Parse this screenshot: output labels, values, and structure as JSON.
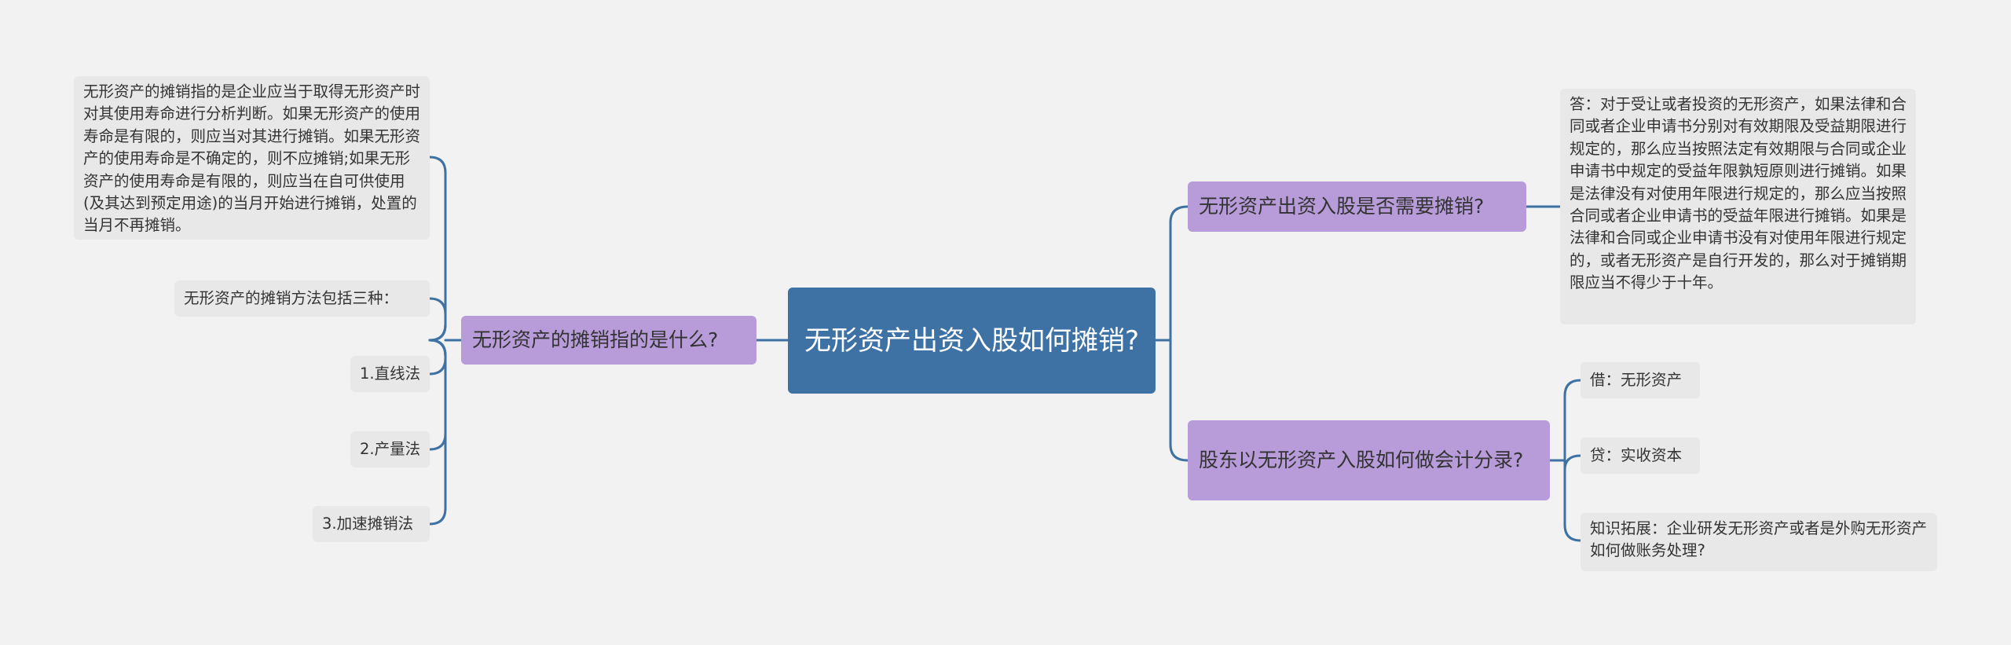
{
  "root": {
    "text": "无形资产出资入股如何摊销?"
  },
  "left_branch": {
    "title": "无形资产的摊销指的是什么?",
    "children": [
      "无形资产的摊销指的是企业应当于取得无形资产时对其使用寿命进行分析判断。如果无形资产的使用寿命是有限的，则应当对其进行摊销。如果无形资产的使用寿命是不确定的，则不应摊销;如果无形资产的使用寿命是有限的，则应当在自可供使用(及其达到预定用途)的当月开始进行摊销，处置的当月不再摊销。",
      "无形资产的摊销方法包括三种：",
      "1.直线法",
      "2.产量法",
      "3.加速摊销法"
    ]
  },
  "right_branches": [
    {
      "title": "无形资产出资入股是否需要摊销?",
      "children": [
        "答：对于受让或者投资的无形资产，如果法律和合同或者企业申请书分别对有效期限及受益期限进行规定的，那么应当按照法定有效期限与合同或企业申请书中规定的受益年限孰短原则进行摊销。如果是法律没有对使用年限进行规定的，那么应当按照合同或者企业申请书的受益年限进行摊销。如果是法律和合同或企业申请书没有对使用年限进行规定的，或者无形资产是自行开发的，那么对于摊销期限应当不得少于十年。"
      ]
    },
    {
      "title": "股东以无形资产入股如何做会计分录?",
      "children": [
        "借：无形资产",
        "贷：实收资本",
        "知识拓展：企业研发无形资产或者是外购无形资产如何做账务处理?"
      ]
    }
  ],
  "colors": {
    "background": "#f2f2f2",
    "root_fill": "#3e72a5",
    "branch_fill": "#b89bd9",
    "leaf_fill": "#e8e8e8",
    "connector": "#3e72a5"
  }
}
